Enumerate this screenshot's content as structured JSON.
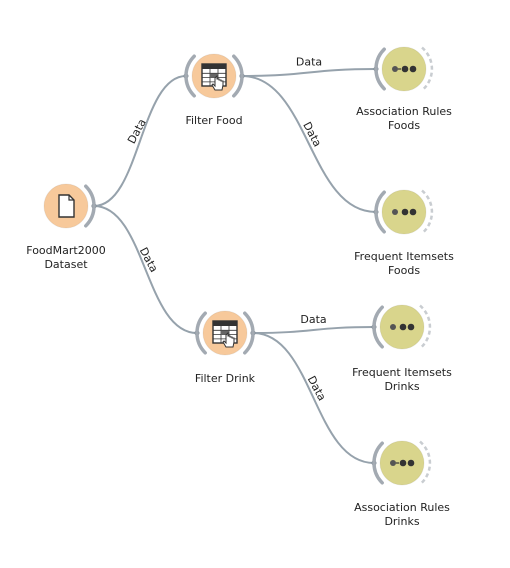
{
  "nodes": {
    "dataset": {
      "label": "FoodMart2000\nDataset",
      "kind": "file",
      "color": "#f7c99b",
      "icon": "file-icon"
    },
    "filter_food": {
      "label": "Filter Food",
      "kind": "filter",
      "color": "#f7c99b",
      "icon": "table-select-icon"
    },
    "filter_drink": {
      "label": "Filter Drink",
      "kind": "filter",
      "color": "#f7c99b",
      "icon": "table-select-icon"
    },
    "rules_foods": {
      "label": "Association Rules\nFoods",
      "kind": "rules",
      "color": "#d9d58c",
      "icon": "association-rules-icon"
    },
    "freq_foods": {
      "label": "Frequent Itemsets\nFoods",
      "kind": "itemsets",
      "color": "#d9d58c",
      "icon": "frequent-itemsets-icon"
    },
    "freq_drinks": {
      "label": "Frequent Itemsets\nDrinks",
      "kind": "itemsets",
      "color": "#d9d58c",
      "icon": "frequent-itemsets-icon"
    },
    "rules_drinks": {
      "label": "Association Rules\nDrinks",
      "kind": "rules",
      "color": "#d9d58c",
      "icon": "association-rules-icon"
    }
  },
  "links": [
    {
      "from": "dataset",
      "to": "filter_food",
      "label": "Data"
    },
    {
      "from": "dataset",
      "to": "filter_drink",
      "label": "Data"
    },
    {
      "from": "filter_food",
      "to": "rules_foods",
      "label": "Data"
    },
    {
      "from": "filter_food",
      "to": "freq_foods",
      "label": "Data"
    },
    {
      "from": "filter_drink",
      "to": "freq_drinks",
      "label": "Data"
    },
    {
      "from": "filter_drink",
      "to": "rules_drinks",
      "label": "Data"
    }
  ],
  "colors": {
    "link": "#96a2ac",
    "port_arc": "#a3aab2",
    "icon_ink": "#333333"
  }
}
